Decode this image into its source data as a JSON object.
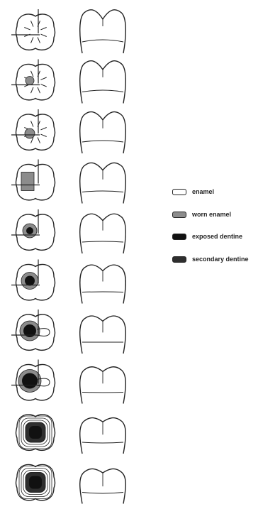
{
  "figure": {
    "stages_count": 10
  },
  "legend": {
    "items": [
      {
        "label": "enamel",
        "fill": "#ffffff",
        "key": "enamel"
      },
      {
        "label": "worn enamel",
        "fill": "#8c8c8c",
        "key": "worn"
      },
      {
        "label": "exposed dentine",
        "fill": "#111111",
        "key": "exposed"
      },
      {
        "label": "secondary dentine",
        "fill": "#2e2e2e",
        "key": "secondary"
      }
    ]
  },
  "colors": {
    "ink": "#222222",
    "worn_enamel": "#8c8c8c",
    "exposed_dentine": "#111111",
    "secondary_dentine": "#2e2e2e",
    "background": "#ffffff"
  }
}
